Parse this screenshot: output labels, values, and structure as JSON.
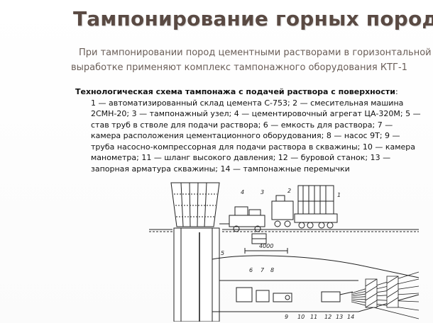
{
  "slide": {
    "title": "Тампонирование горных пород",
    "subtitle_line1": "При тампонировании пород цементными растворами в горизонтальной",
    "subtitle_line2": "выработке применяют комплекс тампонажного оборудования КТГ-1"
  },
  "scheme": {
    "heading": "Технологическая схема тампонажа с подачей раствора с поверхности",
    "heading_suffix": ":",
    "legend_lines": [
      "1 — автоматизированный склад цемента С-753; 2 — смесительная машина",
      "2СМН-20; 3 — тампонажный узел; 4 — цементировочный агрегат ЦА-320М; 5 —",
      "став труб в стволе для  подачи раствора; 6 — емкость для раствора; 7 —",
      "камера расположения цементационного оборудования; 8 — насос 9Т; 9 —",
      "труба насосно-компрессорная для подачи раствора в скважины; 10 — камера",
      "манометра; 11 — шланг высокого давления; 12 — буровой станок; 13 —",
      "запорная арматура скважины; 14 — тампонажные перемычки"
    ]
  },
  "diagram": {
    "labels": {
      "n1": "1",
      "n2": "2",
      "n3": "3",
      "n4": "4",
      "n5": "5",
      "n6": "6",
      "n7": "7",
      "n8": "8",
      "n9": "9",
      "n10": "10",
      "n11": "11",
      "n12": "12",
      "n13": "13",
      "n14": "14",
      "dimension": "4000"
    }
  }
}
